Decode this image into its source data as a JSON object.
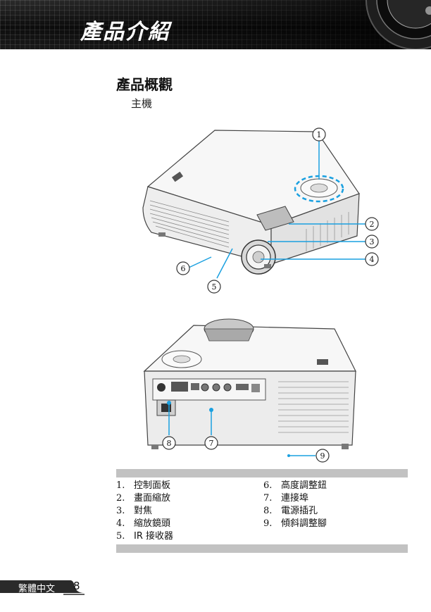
{
  "header": {
    "title": "產品介紹"
  },
  "section": {
    "title": "產品概觀",
    "subtitle": "主機"
  },
  "callouts": [
    "1",
    "2",
    "3",
    "4",
    "5",
    "6",
    "7",
    "8",
    "9"
  ],
  "parts_left": [
    {
      "num": "1.",
      "label": "控制面板"
    },
    {
      "num": "2.",
      "label": "畫面縮放"
    },
    {
      "num": "3.",
      "label": "對焦"
    },
    {
      "num": "4.",
      "label": "縮放鏡頭"
    },
    {
      "num": "5.",
      "label": "IR 接收器"
    }
  ],
  "parts_right": [
    {
      "num": "6.",
      "label": "高度調整鈕"
    },
    {
      "num": "7.",
      "label": "連接埠"
    },
    {
      "num": "8.",
      "label": "電源插孔"
    },
    {
      "num": "9.",
      "label": "傾斜調整腳"
    }
  ],
  "footer": {
    "language": "繁體中文",
    "page": "8"
  },
  "colors": {
    "callout_line": "#1aa0e0",
    "header_bg": "#1a1a1a",
    "bar": "#c2c2c2"
  }
}
